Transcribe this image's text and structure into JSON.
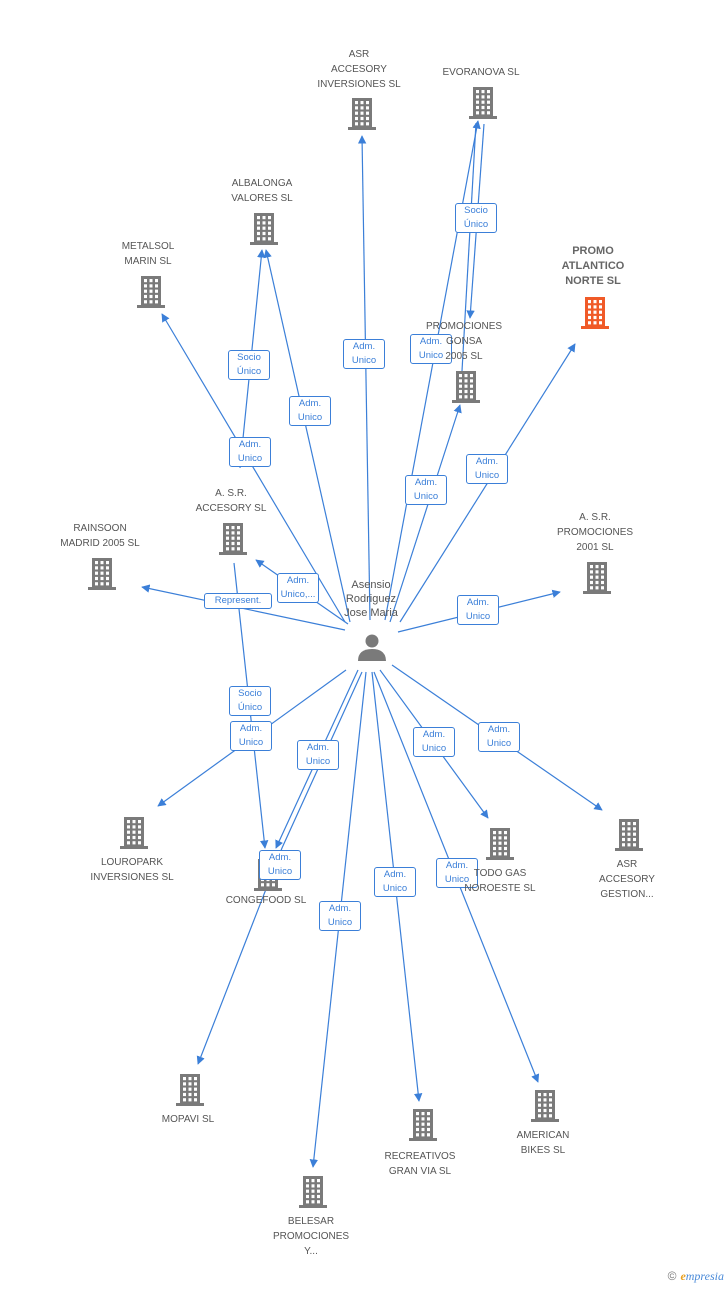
{
  "diagram": {
    "center": {
      "id": "person",
      "label": "Asensio\nRodriguez\nJose Maria",
      "icon": "person-icon"
    },
    "colors": {
      "edge": "#3b7fd8",
      "node": "#7a7a7a",
      "highlight": "#f05a28"
    },
    "nodes": [
      {
        "id": "asr_inv",
        "label": "ASR\nACCESORY\nINVERSIONES SL"
      },
      {
        "id": "evoranova",
        "label": "EVORANOVA SL"
      },
      {
        "id": "albalonga",
        "label": "ALBALONGA\nVALORES SL"
      },
      {
        "id": "metalsol",
        "label": "METALSOL\nMARIN SL"
      },
      {
        "id": "promo_atl",
        "label": "PROMO\nATLANTICO\nNORTE SL",
        "highlight": true
      },
      {
        "id": "promo_gonsa",
        "label": "PROMOCIONES\nGONSA\n2005 SL"
      },
      {
        "id": "asr_acc",
        "label": "A. S.R.\nACCESORY SL"
      },
      {
        "id": "rainsoon",
        "label": "RAINSOON\nMADRID 2005 SL"
      },
      {
        "id": "asr_prom",
        "label": "A.  S.R.\nPROMOCIONES\n2001 SL"
      },
      {
        "id": "louropark",
        "label": "LOUROPARK\nINVERSIONES SL"
      },
      {
        "id": "congefood",
        "label": "CONGEFOOD SL"
      },
      {
        "id": "todogas",
        "label": "TODO GAS\nNOROESTE SL"
      },
      {
        "id": "asr_gest",
        "label": "ASR\nACCESORY\nGESTION..."
      },
      {
        "id": "mopavi",
        "label": "MOPAVI SL"
      },
      {
        "id": "belesar",
        "label": "BELESAR\nPROMOCIONES\nY..."
      },
      {
        "id": "recreativos",
        "label": "RECREATIVOS\nGRAN VIA SL"
      },
      {
        "id": "american",
        "label": "AMERICAN\nBIKES SL"
      }
    ],
    "edges": [
      {
        "from": "person",
        "to": "asr_inv",
        "label": "Adm.\nUnico"
      },
      {
        "from": "person",
        "to": "evoranova",
        "label": "Adm.\nUnico"
      },
      {
        "from": "promo_gonsa",
        "to": "evoranova",
        "label": "Socio\nÚnico"
      },
      {
        "from": "evoranova",
        "to": "promo_gonsa",
        "label": ""
      },
      {
        "from": "person",
        "to": "albalonga",
        "label": "Adm.\nUnico"
      },
      {
        "from": "asr_acc",
        "to": "albalonga",
        "label": "Socio\nÚnico"
      },
      {
        "from": "person",
        "to": "metalsol",
        "label": "Adm.\nUnico"
      },
      {
        "from": "person",
        "to": "promo_atl",
        "label": "Adm.\nUnico"
      },
      {
        "from": "person",
        "to": "promo_gonsa",
        "label": "Adm.\nUnico"
      },
      {
        "from": "person",
        "to": "asr_acc",
        "label": "Adm.\nUnico,..."
      },
      {
        "from": "person",
        "to": "rainsoon",
        "label": "Represent."
      },
      {
        "from": "person",
        "to": "asr_prom",
        "label": "Adm.\nUnico"
      },
      {
        "from": "asr_acc",
        "to": "congefood",
        "label": "Socio\nÚnico"
      },
      {
        "from": "person",
        "to": "louropark",
        "label": "Adm.\nUnico"
      },
      {
        "from": "person",
        "to": "congefood",
        "label": "Adm.\nUnico"
      },
      {
        "from": "person",
        "to": "todogas",
        "label": "Adm.\nUnico"
      },
      {
        "from": "person",
        "to": "asr_gest",
        "label": "Adm.\nUnico"
      },
      {
        "from": "person",
        "to": "mopavi",
        "label": "Adm.\nUnico"
      },
      {
        "from": "person",
        "to": "belesar",
        "label": "Adm.\nUnico"
      },
      {
        "from": "person",
        "to": "recreativos",
        "label": "Adm.\nUnico"
      },
      {
        "from": "person",
        "to": "american",
        "label": "Adm.\nUnico"
      }
    ]
  },
  "brand": {
    "copyright": "©",
    "first_letter": "e",
    "rest": "mpresia"
  }
}
